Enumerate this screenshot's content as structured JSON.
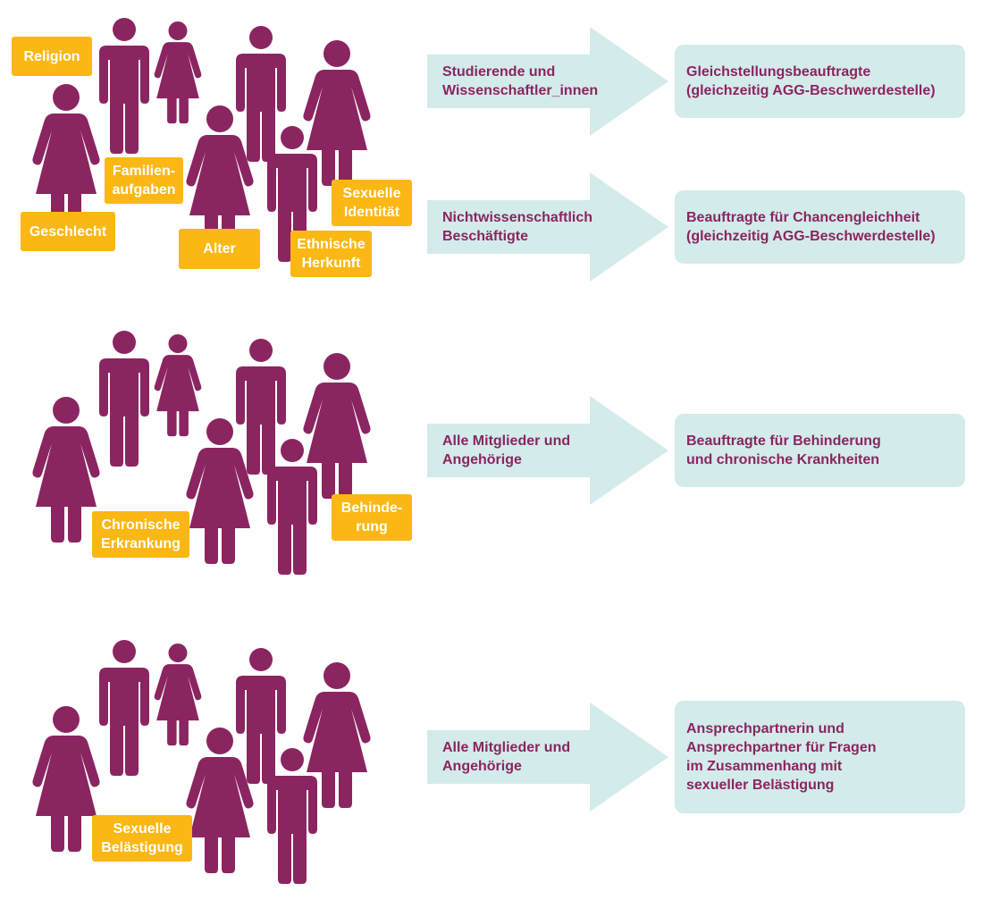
{
  "colors": {
    "figure": "#8b2561",
    "tag": "#fbb713",
    "arrow": "#d3ebea",
    "box": "#d3ebea",
    "text": "#8b2561"
  },
  "groups": [
    {
      "tags": [
        "Religion",
        "Familien-\naufgaben",
        "Geschlecht",
        "Alter",
        "Sexuelle\nIdentität",
        "Ethnische\nHerkunft"
      ],
      "rows": [
        {
          "source": "Studierende und\nWissenschaftler_innen",
          "target": "Gleichstellungsbeauftragte\n(gleichzeitig AGG-Beschwerdestelle)"
        },
        {
          "source": "Nichtwissenschaftlich\nBeschäftigte",
          "target": "Beauftragte für Chancengleichheit\n(gleichzeitig AGG-Beschwerdestelle)"
        }
      ]
    },
    {
      "tags": [
        "Chronische\nErkrankung",
        "Behinde-\nrung"
      ],
      "rows": [
        {
          "source": "Alle Mitglieder und\nAngehörige",
          "target": "Beauftragte für Behinderung\nund chronische Krankheiten"
        }
      ]
    },
    {
      "tags": [
        "Sexuelle\nBelästigung"
      ],
      "rows": [
        {
          "source": "Alle Mitglieder und\nAngehörige",
          "target": "Ansprechpartnerin und\nAnsprechpartner für Fragen\nim Zusammenhang mit\nsexueller Belästigung"
        }
      ]
    }
  ]
}
